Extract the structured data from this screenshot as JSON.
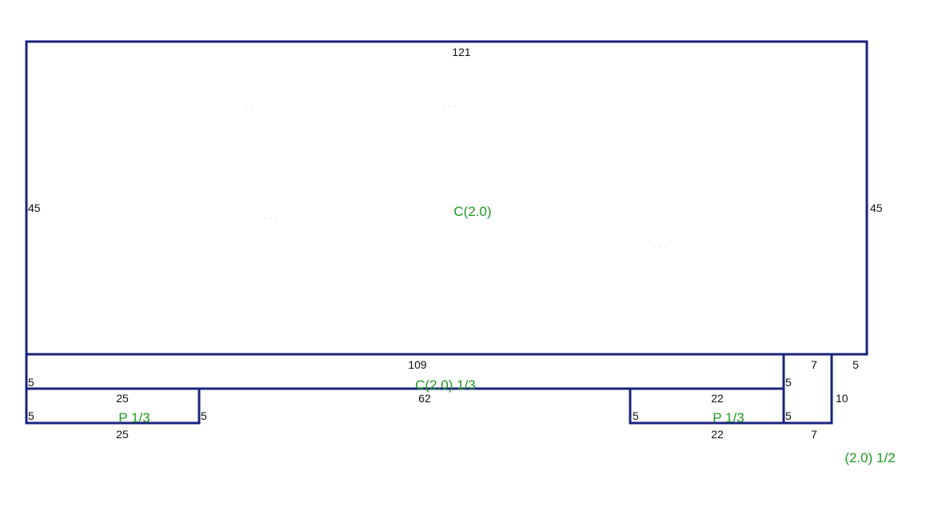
{
  "colors": {
    "outline": "#1a237e",
    "dimension_text": "#111111",
    "label_text": "#1e9a1e"
  },
  "dimensions": {
    "main_top": "121",
    "main_left": "45",
    "main_right": "45",
    "strip_top": "109",
    "strip_left": "5",
    "strip_right": "5",
    "left_piece_top": "25",
    "left_piece_left": "5",
    "left_piece_right": "5",
    "left_piece_bottom": "25",
    "gap_width": "62",
    "right_piece_top": "22",
    "right_piece_left": "5",
    "right_piece_right": "5",
    "right_piece_bottom": "22",
    "side_top": "7",
    "side_right_top": "5",
    "side_height": "10",
    "side_bottom": "7"
  },
  "labels": {
    "main": "C(2.0)",
    "strip": "C(2.0) 1/3",
    "left_piece": "P 1/3",
    "right_piece": "P 1/3",
    "side_piece": "(2.0) 1/2"
  }
}
